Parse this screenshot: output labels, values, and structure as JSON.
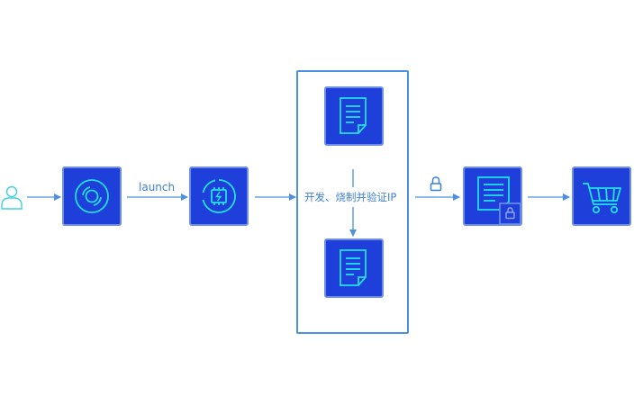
{
  "colors": {
    "node_fill": "#1e3fd9",
    "node_border": "#6f8fe6",
    "icon_cyan": "#22e0e8",
    "arrow": "#4d8fe0",
    "label": "#3d7fd6",
    "user": "#3fd0e0"
  },
  "nodes": [
    {
      "id": "disc",
      "icon": "disc-icon"
    },
    {
      "id": "chip",
      "icon": "chip-icon"
    },
    {
      "id": "doc-top",
      "icon": "document-icon"
    },
    {
      "id": "doc-bottom",
      "icon": "document-icon"
    },
    {
      "id": "locked-doc",
      "icon": "locked-document-icon"
    },
    {
      "id": "cart",
      "icon": "shopping-cart-icon"
    }
  ],
  "labels": {
    "launch": "launch",
    "develop": "开发、烧制并验证IP"
  }
}
